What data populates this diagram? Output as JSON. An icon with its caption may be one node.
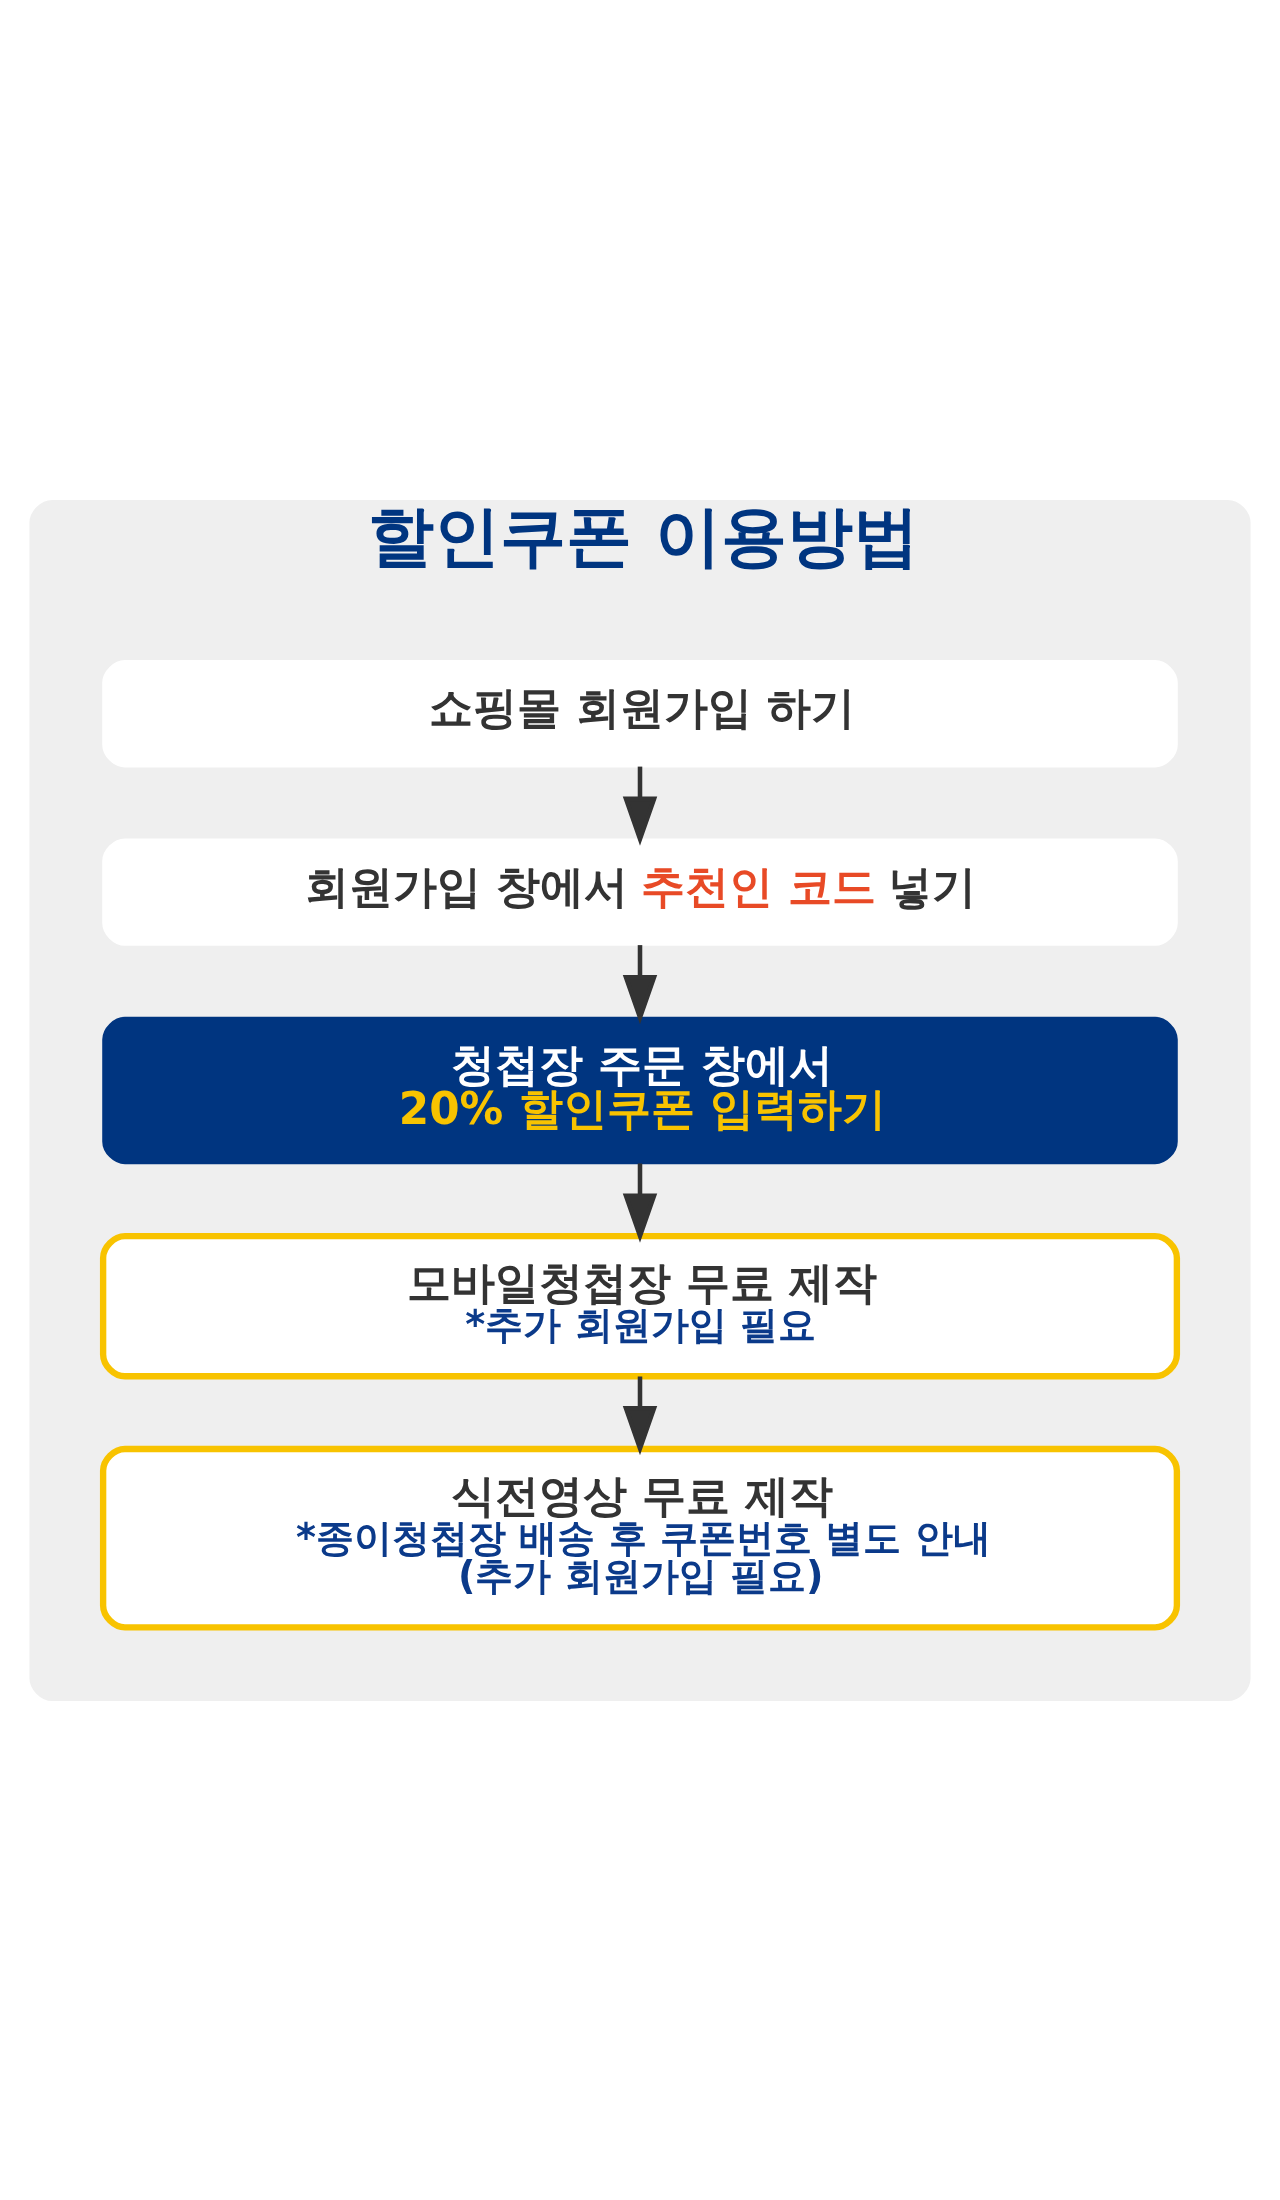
{
  "diagram": {
    "nodes": [
      {
        "text": [
          "할인쿠폰 이용방법"
        ]
      },
      {
        "text": [
          "쇼핑몰 회원가입 하기"
        ],
        "in": 0
      },
      {
        "text": [
          "회원가입 창에서 추천인 코드 넣기"
        ],
        "in": 0
      },
      {
        "text": [
          "청첩장 주문 창에서",
          "20% 할인쿠폰 입력하기"
        ],
        "in": 0
      },
      {
        "text": [
          "모바일청첩장 무료 제작",
          "*추가 회원가입 필요"
        ],
        "in": 0
      },
      {
        "text": [
          "식전영상 무료 제작",
          "*종이청첩장 배송 후 쿠폰번호 별도 안내 (추가 회원가입 필요)"
        ],
        "in": 0
      }
    ],
    "edges": [
      {
        "from": 1,
        "to": 2,
        "arrow": "to"
      },
      {
        "from": 2,
        "to": 3,
        "arrow": "to"
      },
      {
        "from": 3,
        "to": 4,
        "arrow": "to"
      },
      {
        "from": 4,
        "to": 5,
        "arrow": "to"
      }
    ]
  }
}
